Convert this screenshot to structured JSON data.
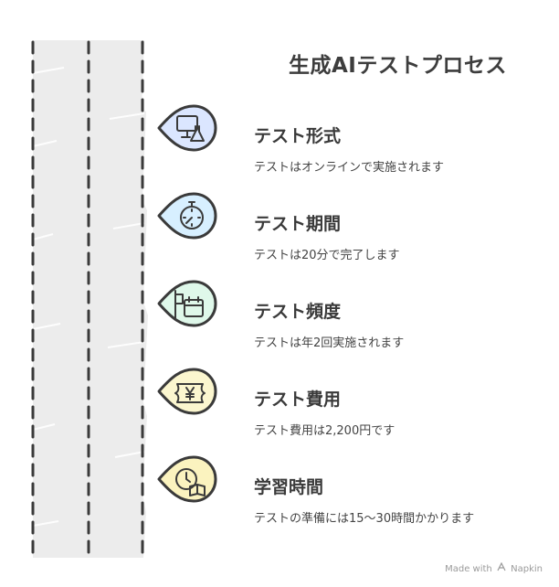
{
  "diagram": {
    "title": "生成AIテストプロセス",
    "steps": [
      {
        "title": "テスト形式",
        "description": "テストはオンラインで実施されます",
        "icon": "computer-flask-icon",
        "color": "#dbe6ff"
      },
      {
        "title": "テスト期間",
        "description": "テストは20分で完了します",
        "icon": "stopwatch-icon",
        "color": "#d7efff"
      },
      {
        "title": "テスト頻度",
        "description": "テストは年2回実施されます",
        "icon": "calendar-icon",
        "color": "#dff8ea"
      },
      {
        "title": "テスト費用",
        "description": "テスト費用は2,200円です",
        "icon": "yen-ticket-icon",
        "color": "#fbf6cf"
      },
      {
        "title": "学習時間",
        "description": "テストの準備には15〜30時間かかります",
        "icon": "clock-book-icon",
        "color": "#fbf3bf"
      }
    ]
  },
  "credit": {
    "prefix": "Made with",
    "brand": "Napkin"
  }
}
